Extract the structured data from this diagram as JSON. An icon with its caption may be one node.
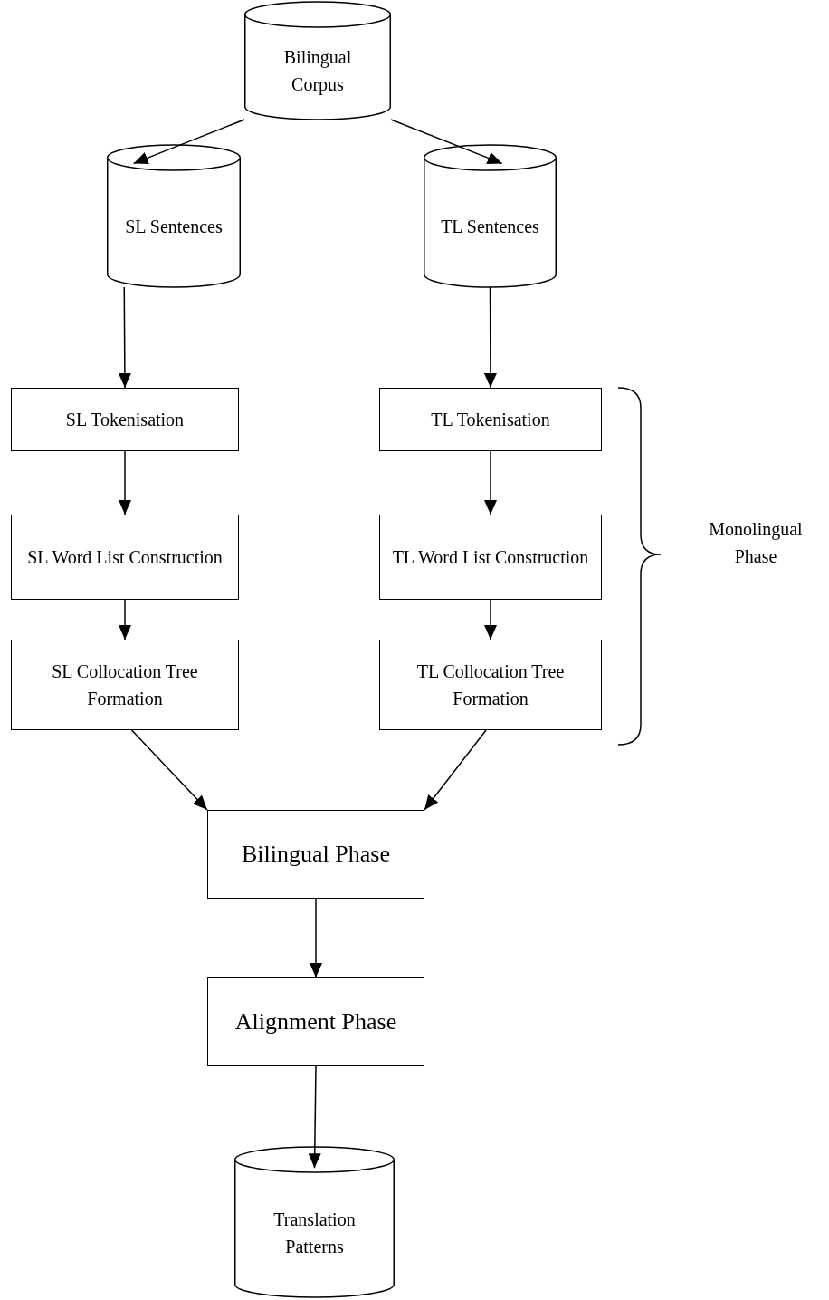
{
  "diagram": {
    "nodes": [
      {
        "text": [
          "Bilingual Corpus"
        ]
      },
      {
        "text": [
          "SL Sentences"
        ]
      },
      {
        "text": [
          "TL Sentences"
        ]
      },
      {
        "text": [
          "SL Tokenisation"
        ]
      },
      {
        "text": [
          "TL Tokenisation"
        ]
      },
      {
        "text": [
          "SL Word List Construction"
        ]
      },
      {
        "text": [
          "TL Word List Construction"
        ]
      },
      {
        "text": [
          "SL Collocation Tree Formation"
        ]
      },
      {
        "text": [
          "TL Collocation Tree Formation"
        ]
      },
      {
        "text": [
          "Bilingual Phase"
        ]
      },
      {
        "text": [
          "Alignment Phase"
        ]
      },
      {
        "text": [
          "Translation Patterns"
        ]
      }
    ],
    "edges": [
      {
        "from": 0,
        "to": 1,
        "arrow": "to"
      },
      {
        "from": 0,
        "to": 2,
        "arrow": "to"
      },
      {
        "from": 1,
        "to": 3,
        "arrow": "to"
      },
      {
        "from": 2,
        "to": 4,
        "arrow": "to"
      },
      {
        "from": 3,
        "to": 5,
        "arrow": "to"
      },
      {
        "from": 4,
        "to": 6,
        "arrow": "to"
      },
      {
        "from": 5,
        "to": 7,
        "arrow": "to"
      },
      {
        "from": 6,
        "to": 8,
        "arrow": "to"
      },
      {
        "from": 7,
        "to": 9,
        "arrow": "to"
      },
      {
        "from": 8,
        "to": 9,
        "arrow": "to"
      },
      {
        "from": 9,
        "to": 10,
        "arrow": "to"
      },
      {
        "from": 10,
        "to": 11,
        "arrow": "to"
      }
    ],
    "labels": [
      "Monolingual Phase"
    ]
  }
}
